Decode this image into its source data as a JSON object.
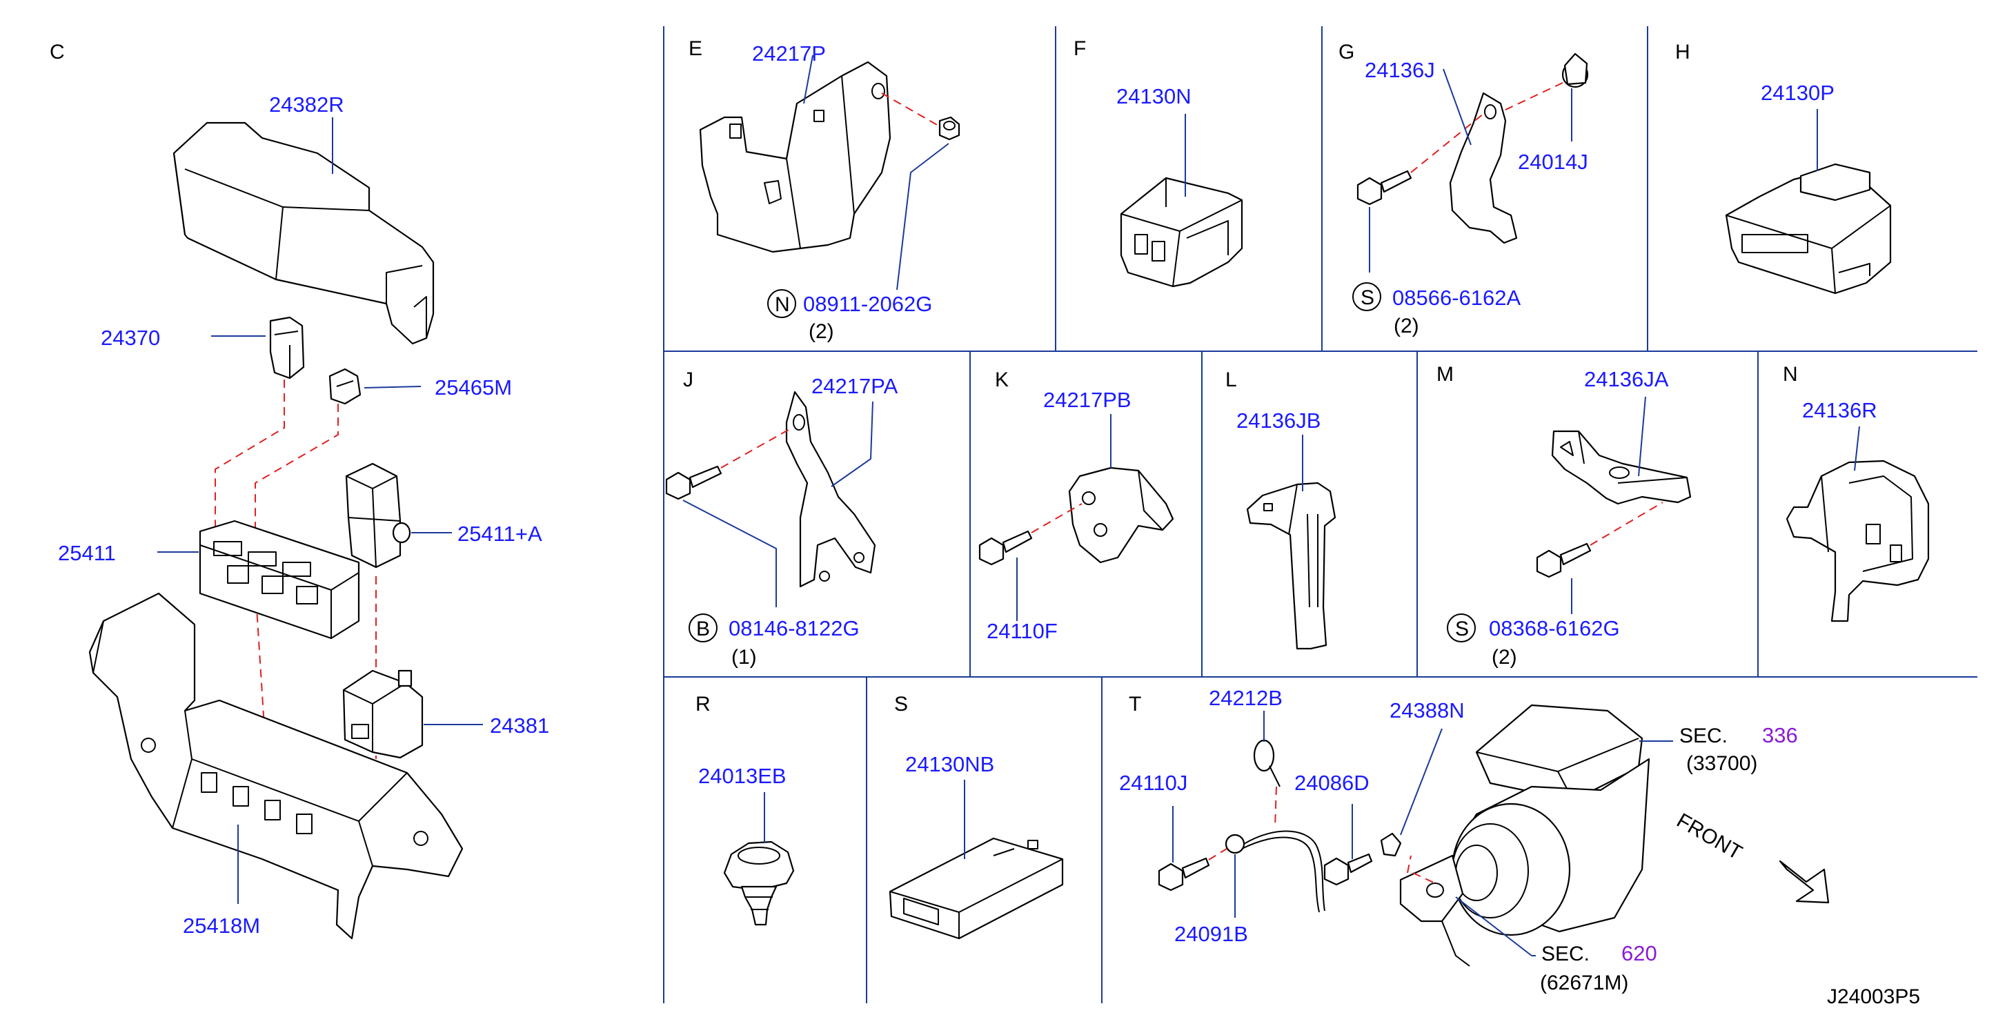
{
  "sections": {
    "C": "C",
    "E": "E",
    "F": "F",
    "G": "G",
    "H": "H",
    "J": "J",
    "K": "K",
    "L": "L",
    "M": "M",
    "N": "N",
    "R": "R",
    "S": "S",
    "T": "T"
  },
  "parts": {
    "p24382R": "24382R",
    "p24370": "24370",
    "p25465M": "25465M",
    "p25411": "25411",
    "p25411A": "25411+A",
    "p24381": "24381",
    "p25418M": "25418M",
    "p24217P": "24217P",
    "p08911": "08911-2062G",
    "p24130N": "24130N",
    "p24136J": "24136J",
    "p24014J": "24014J",
    "p08566": "08566-6162A",
    "p24130P": "24130P",
    "p24217PA": "24217PA",
    "p08146": "08146-8122G",
    "p24217PB": "24217PB",
    "p24110F": "24110F",
    "p24136JB": "24136JB",
    "p24136JA": "24136JA",
    "p08368": "08368-6162G",
    "p24136R": "24136R",
    "p24013EB": "24013EB",
    "p24130NB": "24130NB",
    "p24212B": "24212B",
    "p24388N": "24388N",
    "p24110J": "24110J",
    "p24086D": "24086D",
    "p24091B": "24091B"
  },
  "markers": {
    "N": "N",
    "S1": "S",
    "B": "B",
    "S2": "S"
  },
  "quantities": {
    "q_E": "(2)",
    "q_G": "(2)",
    "q_J": "(1)",
    "q_M": "(2)"
  },
  "references": {
    "sec1_label": "SEC.",
    "sec1_num": "336",
    "sec1_part": "(33700)",
    "sec2_label": "SEC.",
    "sec2_num": "620",
    "sec2_part": "(62671M)",
    "front": "FRONT"
  },
  "footer": {
    "code": "J24003P5"
  },
  "colors": {
    "part_number": "#1a1aff",
    "section_ref": "#8a1ad6",
    "leader": "#1a3a9a",
    "dashed_guide": "#e02020"
  }
}
